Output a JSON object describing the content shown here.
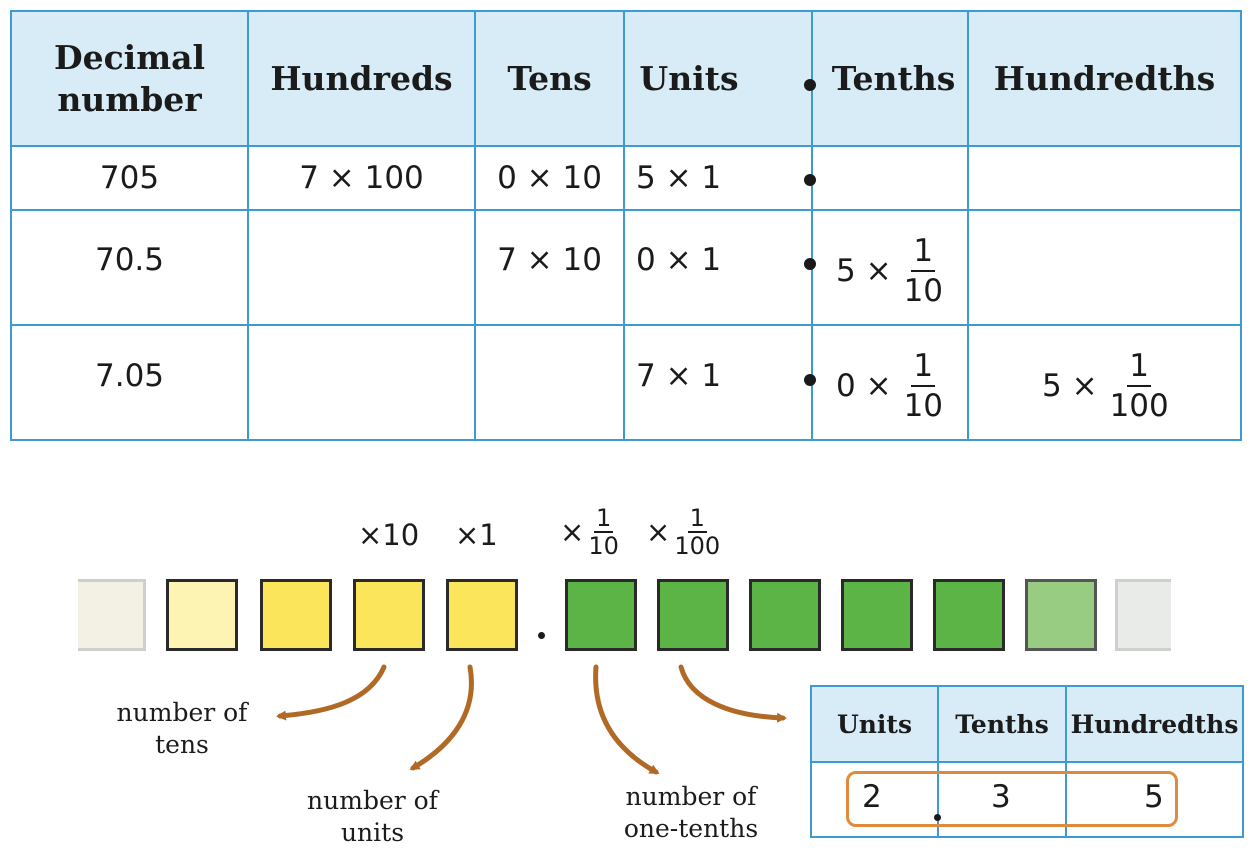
{
  "table": {
    "headers": [
      "Decimal number",
      "Hundreds",
      "Tens",
      "Units",
      "Tenths",
      "Hundredths"
    ],
    "rows": [
      {
        "decimal": "705",
        "hundreds": "7 × 100",
        "tens": "0 × 10",
        "units": "5 × 1",
        "tenths": "",
        "hundredths": ""
      },
      {
        "decimal": "70.5",
        "hundreds": "",
        "tens": "7 × 10",
        "units": "0 × 1",
        "tenths": "5 ×",
        "hundredths": ""
      },
      {
        "decimal": "7.05",
        "hundreds": "",
        "tens": "",
        "units": "7 × 1",
        "tenths": "0 ×",
        "hundredths": "5 ×"
      }
    ],
    "fractions": {
      "one": "1",
      "ten": "10",
      "hundred": "100"
    }
  },
  "strip": {
    "multipliers": {
      "tens": "×10",
      "units": "×1",
      "tenths_prefix": "×",
      "hundredths_prefix": "×"
    },
    "labels": {
      "tens": "number of tens",
      "units": "number of units",
      "tenths": "number of one-tenths"
    },
    "colors": {
      "yellow": "#fbe55a",
      "pale_yellow": "#fdf4b4",
      "green": "#5db446",
      "pale_green": "#98cc83"
    }
  },
  "small_table": {
    "headers": [
      "Units",
      "Tenths",
      "Hundredths"
    ],
    "values": [
      "2",
      "3",
      "5"
    ]
  }
}
